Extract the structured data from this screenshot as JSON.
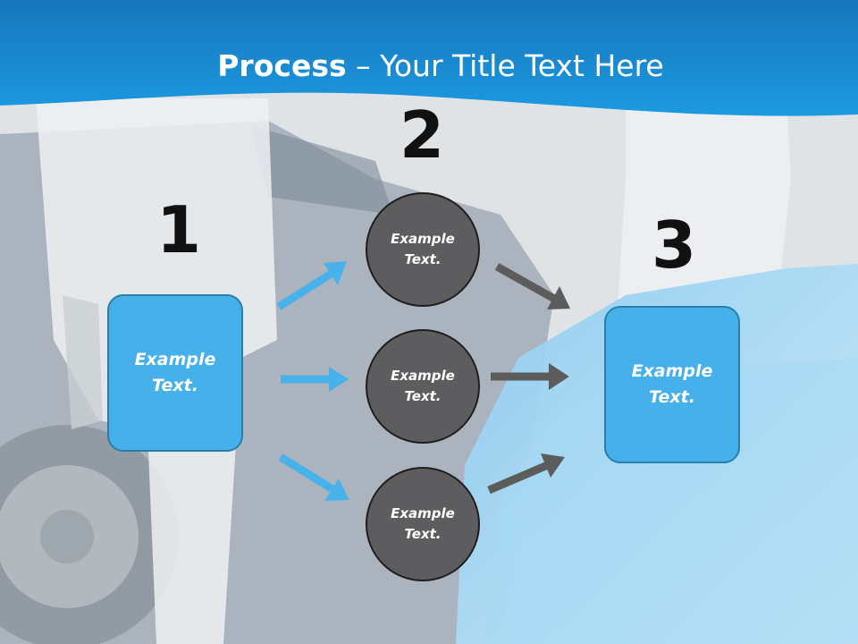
{
  "title": {
    "bold": "Process",
    "separator": " – ",
    "rest": "Your Title Text Here"
  },
  "steps": {
    "one": "1",
    "two": "2",
    "three": "3"
  },
  "left_box": "Example Text.",
  "circles": [
    "Example Text.",
    "Example Text.",
    "Example Text."
  ],
  "right_box": "Example Text.",
  "colors": {
    "header_blue": "#1b8fd6",
    "box_blue": "#45b0ea",
    "circle_gray": "#5d5d5f",
    "arrow_blue": "#49b2ea",
    "arrow_gray": "#5c5c5c"
  }
}
